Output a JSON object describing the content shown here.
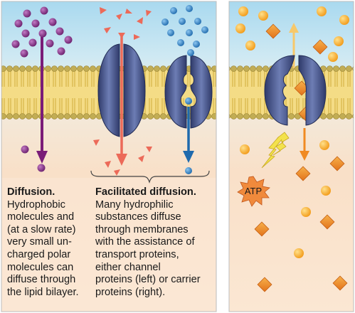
{
  "captions": {
    "diffusion": {
      "title": "Diffusion.",
      "body": "Hydrophobic\nmolecules and\n(at a slow rate)\nvery small un-\ncharged polar\nmolecules can\ndiffuse through\nthe lipid bilayer."
    },
    "facilitated": {
      "title": "Facilitated diffusion.",
      "body": "Many hydrophilic\nsubstances diffuse\nthrough membranes\nwith the assistance of\ntransport proteins,\neither channel\nproteins (left) or carrier\nproteins (right)."
    }
  },
  "atp": {
    "label": "ATP"
  },
  "colors": {
    "extracellular": "#bfe3f3",
    "cytoplasm": "#f9dfc7",
    "lipid_head": "#c9a94a",
    "lipid_tail": "#f2d77a",
    "protein": "#4e5d92",
    "purple_molecule": "#7c2a7e",
    "red_triangle": "#ec6a59",
    "blue_molecule": "#2f7fc1",
    "orange_ball": "#f5a623",
    "orange_square": "#ee8a22",
    "atp_star": "#f08a3c",
    "lightning": "#f3e24c"
  },
  "icons": [
    "diffusion-arrow-icon",
    "channel-protein-icon",
    "carrier-protein-icon",
    "pump-protein-icon",
    "atp-burst-icon",
    "lightning-icon"
  ]
}
